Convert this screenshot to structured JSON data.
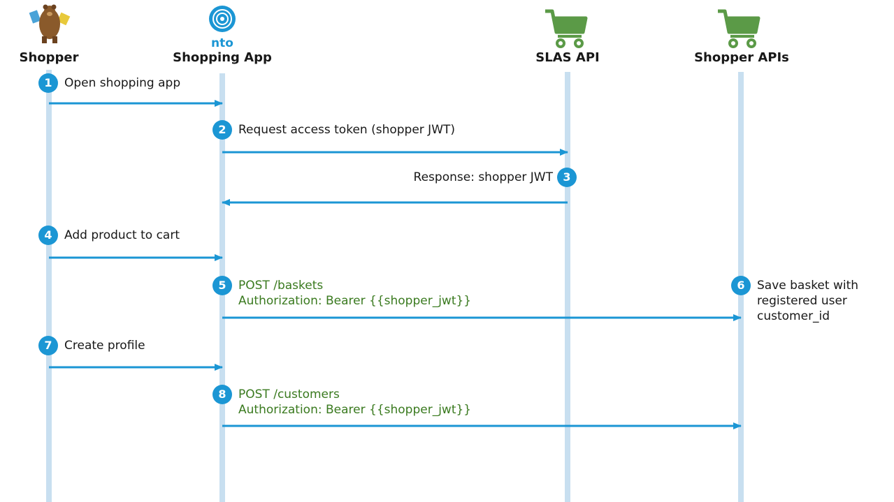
{
  "colors": {
    "lifeline": "#c8dff0",
    "arrow": "#1b96d4",
    "badge": "#1b96d4",
    "api_text": "#3a7a1f",
    "cart_icon": "#5b9a47"
  },
  "actors": [
    {
      "id": "shopper",
      "label": "Shopper",
      "icon": "bear-mascot-icon"
    },
    {
      "id": "shopping-app",
      "label": "Shopping App",
      "icon": "nto-logo-icon",
      "logo_text": "nto"
    },
    {
      "id": "slas-api",
      "label": "SLAS API",
      "icon": "shopping-cart-icon"
    },
    {
      "id": "shopper-apis",
      "label": "Shopper APIs",
      "icon": "shopping-cart-icon"
    }
  ],
  "steps": [
    {
      "num": "1",
      "lines": [
        "Open shopping app"
      ],
      "from": "shopper",
      "to": "shopping-app",
      "style": "plain"
    },
    {
      "num": "2",
      "lines": [
        "Request access token (shopper JWT)"
      ],
      "from": "shopping-app",
      "to": "slas-api",
      "style": "plain"
    },
    {
      "num": "3",
      "lines": [
        "Response: shopper JWT"
      ],
      "from": "slas-api",
      "to": "shopping-app",
      "style": "plain"
    },
    {
      "num": "4",
      "lines": [
        "Add product to cart"
      ],
      "from": "shopper",
      "to": "shopping-app",
      "style": "plain"
    },
    {
      "num": "5",
      "lines": [
        "POST /baskets",
        "Authorization: Bearer {{shopper_jwt}}"
      ],
      "from": "shopping-app",
      "to": "shopper-apis",
      "style": "api"
    },
    {
      "num": "6",
      "lines": [
        "Save basket with",
        "registered user",
        "customer_id"
      ],
      "from": null,
      "to": null,
      "style": "plain"
    },
    {
      "num": "7",
      "lines": [
        "Create profile"
      ],
      "from": "shopper",
      "to": "shopping-app",
      "style": "plain"
    },
    {
      "num": "8",
      "lines": [
        "POST /customers",
        "Authorization: Bearer {{shopper_jwt}}"
      ],
      "from": "shopping-app",
      "to": "shopper-apis",
      "style": "api"
    }
  ]
}
